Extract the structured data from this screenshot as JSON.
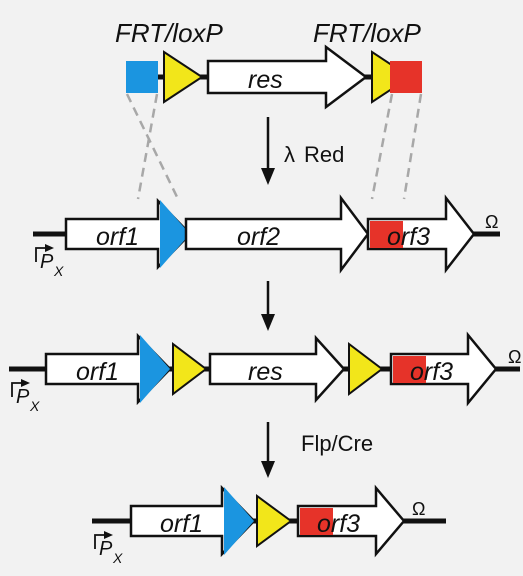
{
  "colors": {
    "background": "#f2f2f2",
    "blue_fragment": "#1b95e0",
    "red_fragment": "#e63329",
    "site_triangle": "#f2e61a",
    "dna_line": "#111111",
    "homology_dash": "#a8a8a8"
  },
  "labels": {
    "site_left": "FRT/loxP",
    "site_right": "FRT/loxP",
    "resistance": "res",
    "orf1": "orf1",
    "orf2": "orf2",
    "orf3": "orf3",
    "promoter_main": "P",
    "promoter_sub": "X",
    "terminator": "Ω",
    "step_lambda_symbol": "λ",
    "step_lambda": "Red",
    "step_flp": "Flp/Cre"
  },
  "rows": [
    {
      "id": "cassette",
      "elements": [
        "blue-block",
        "site-triangle",
        "res-gene",
        "site-triangle",
        "red-block"
      ]
    },
    {
      "id": "wildtype",
      "elements": [
        "promoter",
        "orf1",
        "orf2",
        "orf3",
        "terminator"
      ]
    },
    {
      "id": "insertion",
      "elements": [
        "promoter",
        "orf1",
        "site-triangle",
        "res-gene",
        "site-triangle",
        "orf3",
        "terminator"
      ]
    },
    {
      "id": "excision",
      "elements": [
        "promoter",
        "orf1",
        "site-triangle",
        "orf3",
        "terminator"
      ]
    }
  ],
  "icons": [
    "down-arrow-icon",
    "promoter-arrow-icon",
    "terminator-omega-icon"
  ]
}
